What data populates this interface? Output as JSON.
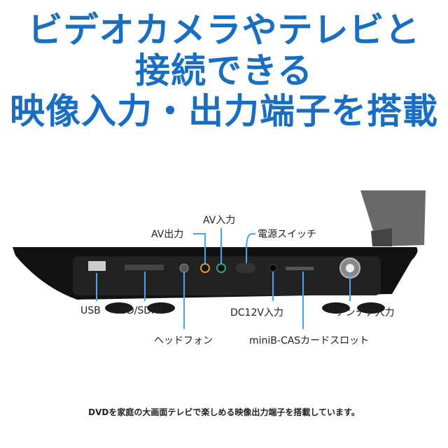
{
  "headline": [
    "ビデオカメラやテレビと",
    "接続できる",
    "映像入力・出力端子を搭載"
  ],
  "labels": {
    "usb": "USB",
    "sd": "SD/SDHC",
    "headphone": "ヘッドフォン",
    "av_out": "AV出力",
    "av_in": "AV入力",
    "power": "電源スイッチ",
    "dc": "DC12V入力",
    "bcas": "miniB-CASカードスロット",
    "antenna": "アンテナ入力"
  },
  "caption": "DVDを家庭の大画面テレビで楽しめる映像出力端子を搭載しています。",
  "colors": {
    "title": "#1a6ec2",
    "callout": "#4aa3f0"
  }
}
